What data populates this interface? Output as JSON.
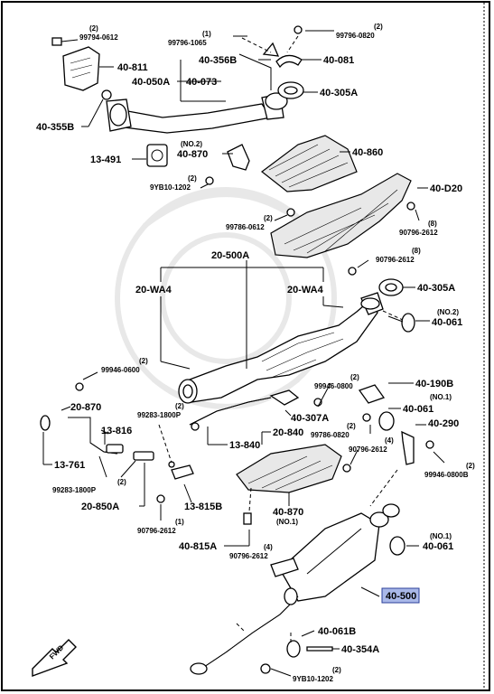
{
  "labels": {
    "p99794_0612": "99794-0612",
    "p99796_1065": "99796-1065",
    "p99796_0820a": "99796-0820",
    "p40_811": "40-811",
    "p40_356B": "40-356B",
    "p40_081": "40-081",
    "p40_050A": "40-050A",
    "p40_073": "40-073",
    "p40_305A_a": "40-305A",
    "p40_355B": "40-355B",
    "p40_860": "40-860",
    "p13_491": "13-491",
    "p40_870a": "40-870",
    "no2a": "(NO.2)",
    "p9YB10_1202a": "9YB10-1202",
    "p40_D20": "40-D20",
    "p99786_0612": "99786-0612",
    "p90796_2612a": "90796-2612",
    "p90796_2612b": "90796-2612",
    "p20_500A": "20-500A",
    "p20_WA4a": "20-WA4",
    "p20_WA4b": "20-WA4",
    "p40_305A_b": "40-305A",
    "no2b": "(NO.2)",
    "p40_061a": "40-061",
    "p99946_0600": "99946-0600",
    "p40_190B": "40-190B",
    "p99946_0800": "99946-0800",
    "p40_307A": "40-307A",
    "no1a": "(NO.1)",
    "p40_061b": "40-061",
    "p20_870": "20-870",
    "p99283_1800Pa": "99283-1800P",
    "p99786_0820": "99786-0820",
    "p40_290": "40-290",
    "p13_816": "13-816",
    "p20_840": "20-840",
    "p13_840": "13-840",
    "p90796_2612c": "90796-2612",
    "p99946_0800B": "99946-0800B",
    "p13_761": "13-761",
    "p99283_1800Pb": "99283-1800P",
    "p20_850A": "20-850A",
    "p13_815B": "13-815B",
    "p40_870b": "40-870",
    "no1b": "(NO.1)",
    "p90796_2612d": "90796-2612",
    "p40_815A": "40-815A",
    "p90796_2612e": "90796-2612",
    "no1c": "(NO.1)",
    "p40_061c": "40-061",
    "p40_500": "40-500",
    "p40_061B": "40-061B",
    "p40_354A": "40-354A",
    "p9YB10_1202b": "9YB10-1202",
    "fwd": "FWD"
  },
  "qty": {
    "q2": "(2)",
    "q1": "(1)",
    "q8": "(8)",
    "q4": "(4)"
  },
  "colors": {
    "highlight_fill": "#a9b8e8",
    "highlight_stroke": "#2b3f9a"
  }
}
